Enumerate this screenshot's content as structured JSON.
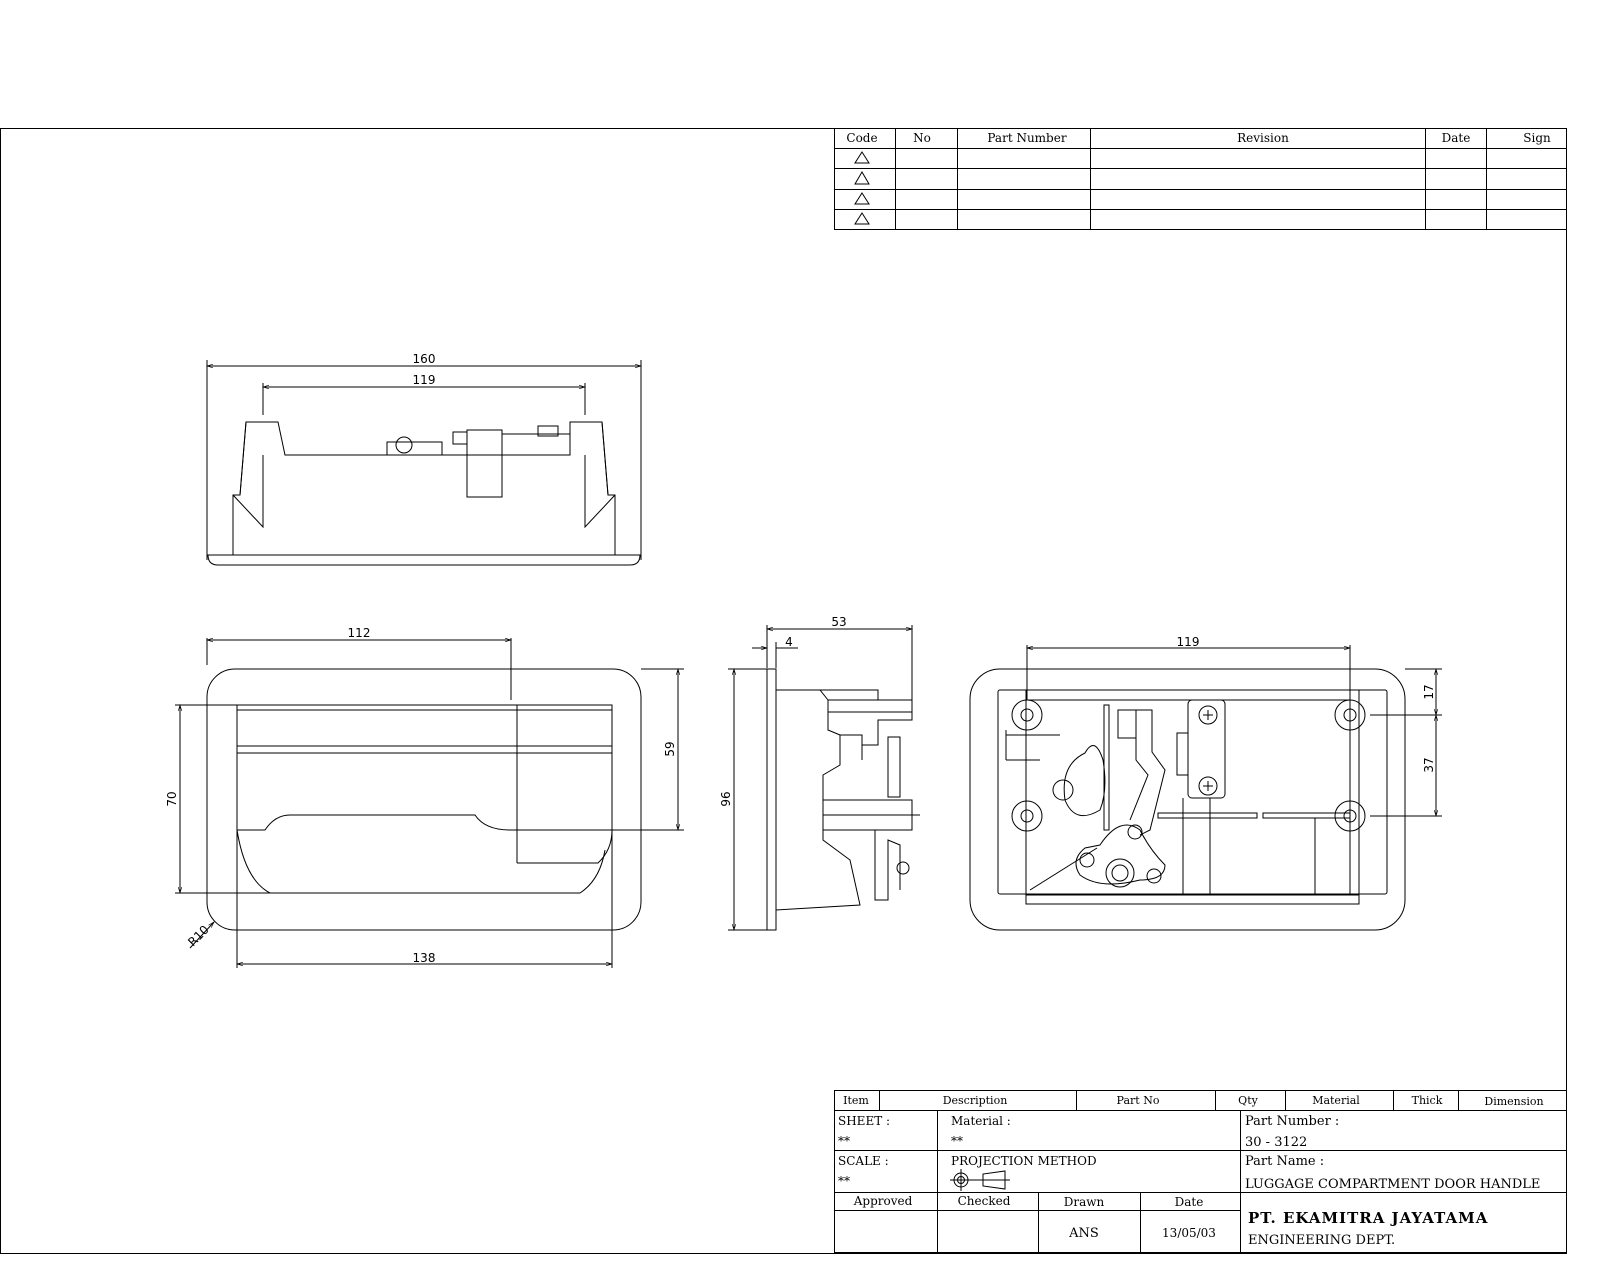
{
  "revision_table": {
    "headers": [
      "Code",
      "No",
      "Part Number",
      "Revision",
      "Date",
      "Sign"
    ],
    "row_count": 4,
    "code_symbol": "triangle-icon"
  },
  "dimensions": {
    "top_view": {
      "overall": "160",
      "inner": "119"
    },
    "front_view": {
      "top": "112",
      "height_left": "70",
      "height_right": "59",
      "bottom": "138",
      "radius": "R10"
    },
    "side_view": {
      "depth": "53",
      "flange": "4",
      "height": "96"
    },
    "rear_view": {
      "holes_spacing": "119",
      "top_offset": "17",
      "holes_vertical": "37"
    }
  },
  "parts_header": [
    "Item",
    "Description",
    "Part No",
    "Qty",
    "Material",
    "Thick",
    "Dimension"
  ],
  "title_block": {
    "sheet_label": "SHEET :",
    "sheet_value": "**",
    "material_label": "Material :",
    "material_value": "**",
    "scale_label": "SCALE :",
    "scale_value": "**",
    "projection_label": "PROJECTION METHOD",
    "part_number_label": "Part Number :",
    "part_number_value": "30 - 3122",
    "part_name_label": "Part Name :",
    "part_name_value": "LUGGAGE COMPARTMENT DOOR HANDLE",
    "approved_label": "Approved",
    "checked_label": "Checked",
    "drawn_label": "Drawn",
    "date_label": "Date",
    "approved_value": "",
    "checked_value": "",
    "drawn_value": "ANS",
    "date_value": "13/05/03",
    "company": "PT. EKAMITRA JAYATAMA",
    "department": "ENGINEERING DEPT."
  }
}
